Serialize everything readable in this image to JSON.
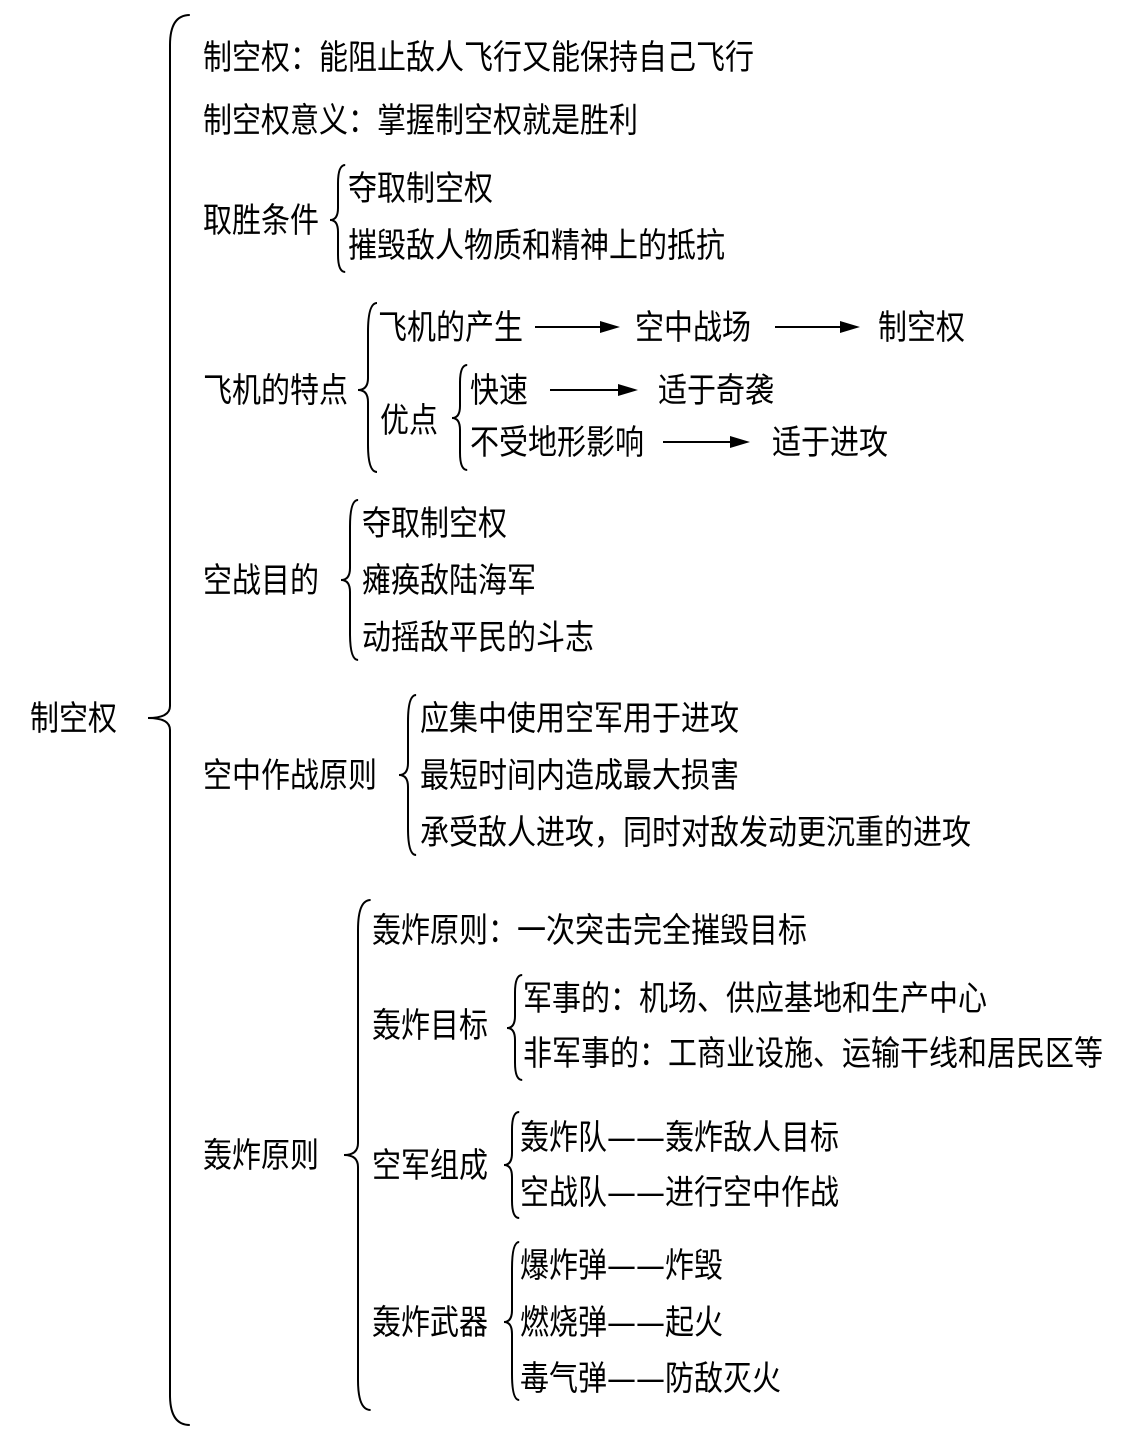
{
  "root": "制空权",
  "definition": "制空权：能阻止敌人飞行又能保持自己飞行",
  "significance": "制空权意义：掌握制空权就是胜利",
  "victory": {
    "label": "取胜条件",
    "items": [
      "夺取制空权",
      "摧毁敌人物质和精神上的抵抗"
    ]
  },
  "aircraft": {
    "label": "飞机的特点",
    "chain": [
      "飞机的产生",
      "空中战场",
      "制空权"
    ],
    "advantages": {
      "label": "优点",
      "rows": [
        {
          "from": "快速",
          "to": "适于奇袭"
        },
        {
          "from": "不受地形影响",
          "to": "适于进攻"
        }
      ]
    }
  },
  "air_combat_goal": {
    "label": "空战目的",
    "items": [
      "夺取制空权",
      "瘫痪敌陆海军",
      "动摇敌平民的斗志"
    ]
  },
  "air_ops_principle": {
    "label": "空中作战原则",
    "items": [
      "应集中使用空军用于进攻",
      "最短时间内造成最大损害",
      "承受敌人进攻，同时对敌发动更沉重的进攻"
    ]
  },
  "bombing": {
    "label": "轰炸原则",
    "principle": "轰炸原则：一次突击完全摧毁目标",
    "targets": {
      "label": "轰炸目标",
      "items": [
        "军事的：机场、供应基地和生产中心",
        "非军事的：工商业设施、运输干线和居民区等"
      ]
    },
    "air_force": {
      "label": "空军组成",
      "items": [
        "轰炸队——轰炸敌人目标",
        "空战队——进行空中作战"
      ]
    },
    "weapons": {
      "label": "轰炸武器",
      "items": [
        "爆炸弹——炸毁",
        "燃烧弹——起火",
        "毒气弹——防敌灭火"
      ]
    }
  }
}
